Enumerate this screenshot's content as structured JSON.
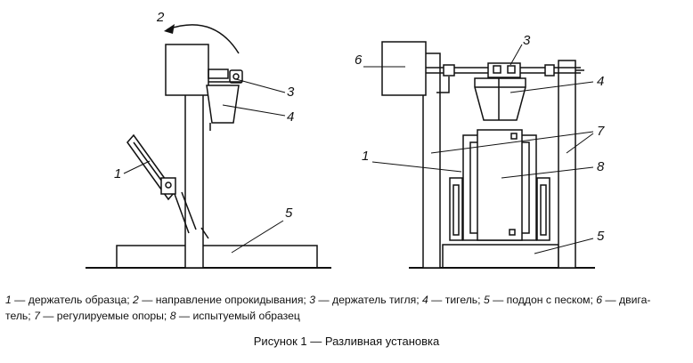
{
  "labels": {
    "left_2": "2",
    "left_3": "3",
    "left_4": "4",
    "left_1": "1",
    "left_5": "5",
    "right_6": "6",
    "right_3": "3",
    "right_4": "4",
    "right_7": "7",
    "right_1": "1",
    "right_8": "8",
    "right_5": "5"
  },
  "legend": {
    "items": [
      {
        "num": "1",
        "text": " — держатель образца; "
      },
      {
        "num": "2",
        "text": " — направление опрокидывания; "
      },
      {
        "num": "3",
        "text": " — держатель тигля; "
      },
      {
        "num": "4",
        "text": " — тигель; "
      },
      {
        "num": "5",
        "text": " — поддон с песком; "
      },
      {
        "num": "6",
        "text": " — двига-"
      }
    ],
    "line2": [
      {
        "num": "",
        "text": "тель; "
      },
      {
        "num": "7",
        "text": " — регулируемые опоры; "
      },
      {
        "num": "8",
        "text": " — испытуемый образец"
      }
    ]
  },
  "caption": "Рисунок 1 — Разливная установка"
}
